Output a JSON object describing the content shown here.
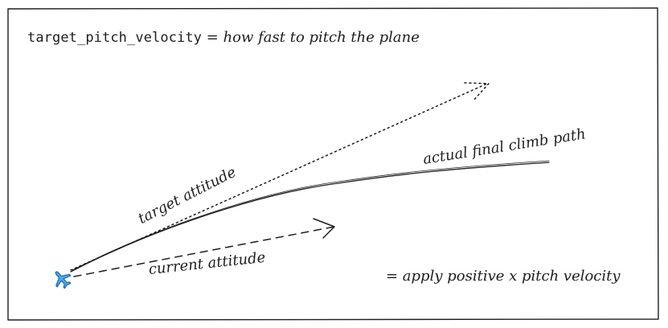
{
  "header": {
    "variable_name": "target_pitch_velocity",
    "definition": " = how fast to pitch the plane"
  },
  "labels": {
    "target_attitude": "target attitude",
    "actual_path": "actual final climb path",
    "current_attitude": "current attitude",
    "result": "= apply positive x pitch velocity"
  },
  "icons": {
    "plane": "airplane-icon"
  },
  "colors": {
    "ink": "#1e1e1e",
    "plane_fill": "#4dabf7",
    "plane_stroke": "#1864ab"
  }
}
